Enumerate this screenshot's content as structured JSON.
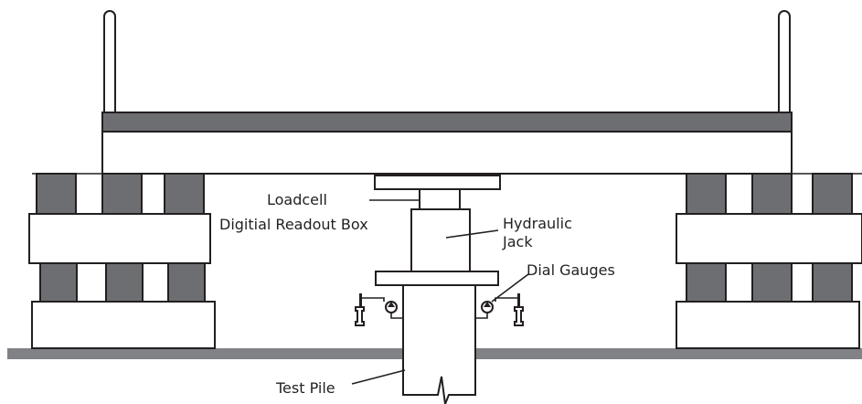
{
  "colors": {
    "line": "#231f20",
    "block_fill": "#6d6e71",
    "ground": "#808285",
    "background": "#ffffff"
  },
  "labels": {
    "loadcell": "Loadcell",
    "readout": "Digitial Readout Box",
    "jack_line1": "Hydraulic",
    "jack_line2": "Jack",
    "dial_gauges": "Dial Gauges",
    "test_pile": "Test Pile"
  }
}
